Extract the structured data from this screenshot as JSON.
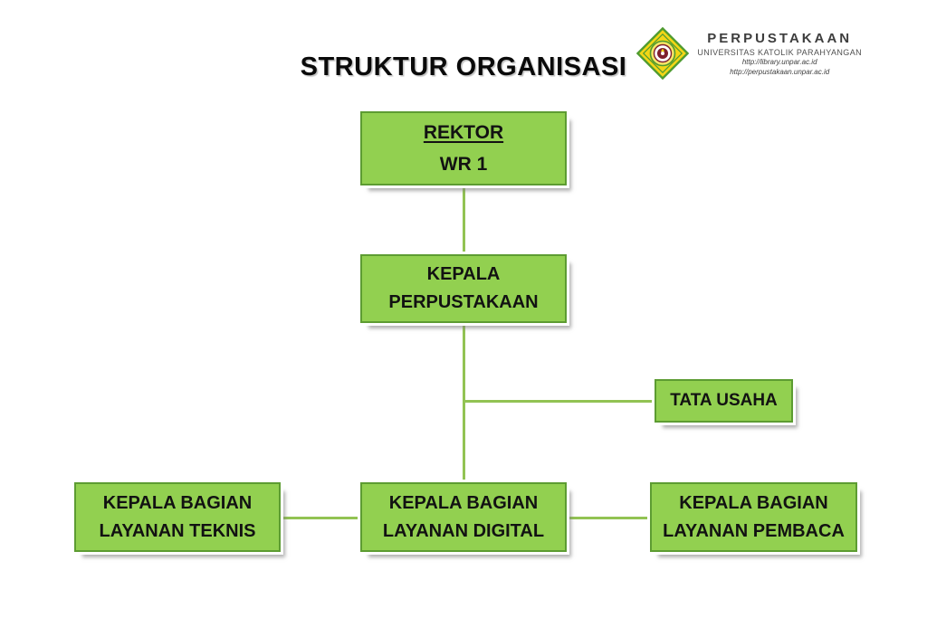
{
  "title": "STRUKTUR ORGANISASI",
  "logo": {
    "name": "PERPUSTAKAAN",
    "org": "UNIVERSITAS KATOLIK PARAHYANGAN",
    "url_library": "http://library.unpar.ac.id",
    "url_perpustakaan": "http://perpustakaan.unpar.ac.id"
  },
  "colors": {
    "box_fill": "#92d050",
    "box_border": "#5d9c32",
    "connector": "#92c353",
    "title_text": "#0a0a0a",
    "emblem_yellow": "#f2d616",
    "emblem_green": "#4e9b2f",
    "emblem_maroon": "#7e1f2d"
  },
  "chart_data": {
    "type": "org-chart",
    "nodes": {
      "rektor": {
        "line1": "REKTOR",
        "line2": "WR 1"
      },
      "kepala_perpustakaan": {
        "line1": "KEPALA",
        "line2": "PERPUSTAKAAN"
      },
      "tata_usaha": {
        "line1": "TATA USAHA"
      },
      "layanan_teknis": {
        "line1": "KEPALA BAGIAN",
        "line2": "LAYANAN TEKNIS"
      },
      "layanan_digital": {
        "line1": "KEPALA BAGIAN",
        "line2": "LAYANAN DIGITAL"
      },
      "layanan_pembaca": {
        "line1": "KEPALA BAGIAN",
        "line2": "LAYANAN PEMBACA"
      }
    },
    "edges": [
      [
        "rektor",
        "kepala_perpustakaan"
      ],
      [
        "kepala_perpustakaan",
        "tata_usaha"
      ],
      [
        "kepala_perpustakaan",
        "layanan_digital"
      ],
      [
        "layanan_digital",
        "layanan_teknis"
      ],
      [
        "layanan_digital",
        "layanan_pembaca"
      ]
    ]
  }
}
